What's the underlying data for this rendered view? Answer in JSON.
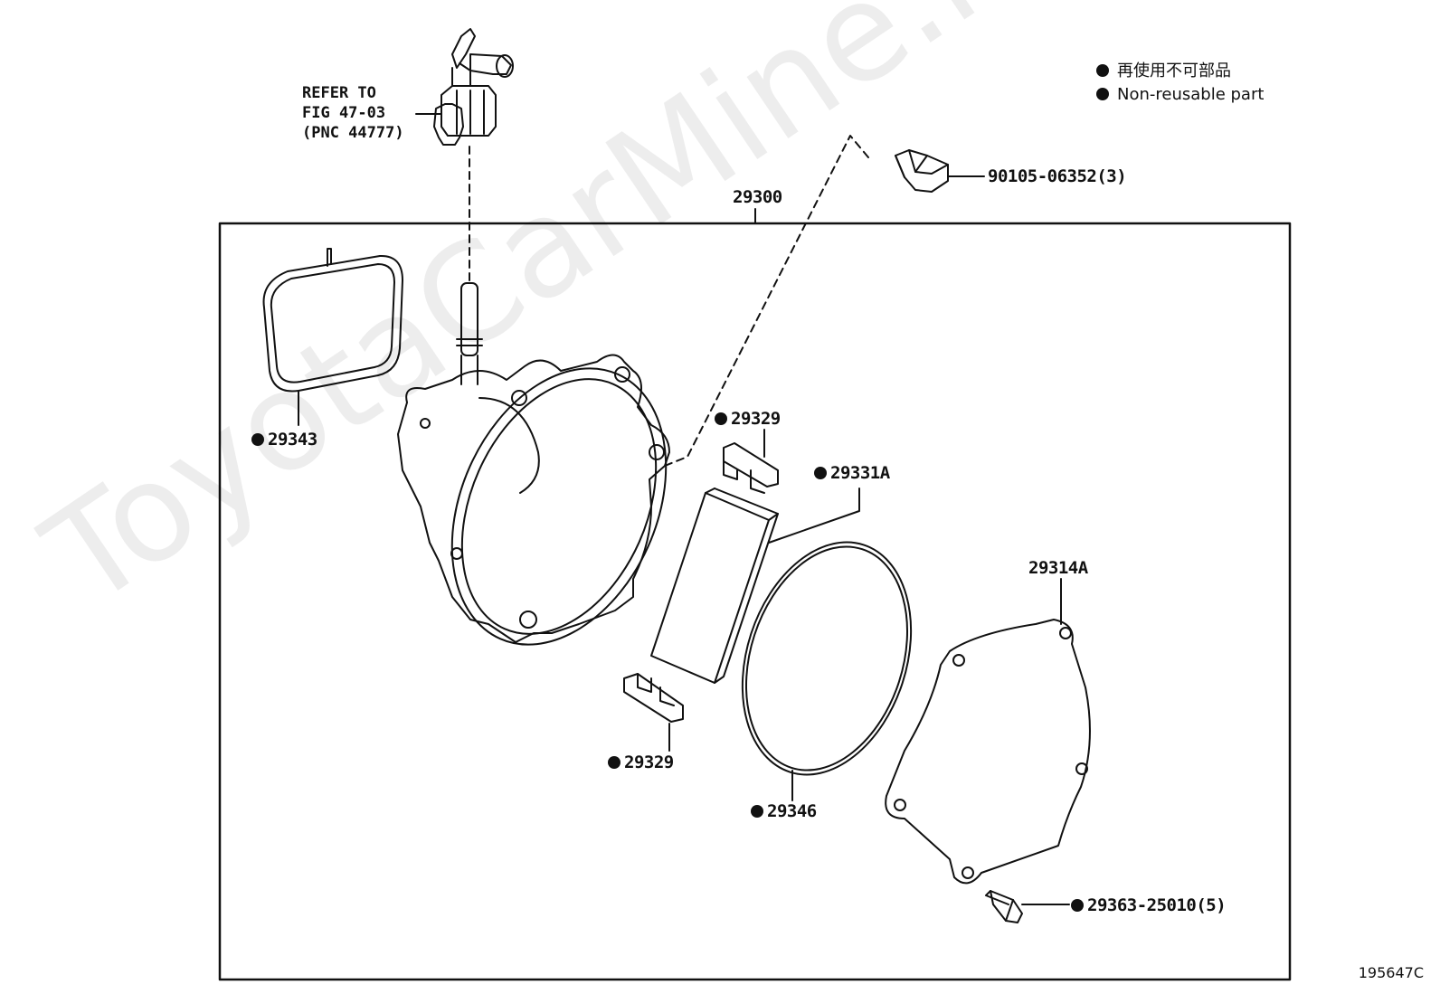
{
  "legend": {
    "line_jp": "再使用不可部品",
    "line_en": "Non-reusable part"
  },
  "refer_note": "REFER TO\nFIG 47-03\n(PNC 44777)",
  "assembly_label": "29300",
  "parts": {
    "bolt_top": "90105-06352(3)",
    "gasket_left": "29343",
    "seal_upper": "29329",
    "vane": "29331A",
    "cover": "29314A",
    "seal_lower": "29329",
    "o_ring": "29346",
    "screw_bottom": "29363-25010(5)"
  },
  "figure_id": "195647C",
  "watermark": "ToyotaCarMine.ru",
  "colors": {
    "line": "#111111",
    "background": "#ffffff"
  }
}
